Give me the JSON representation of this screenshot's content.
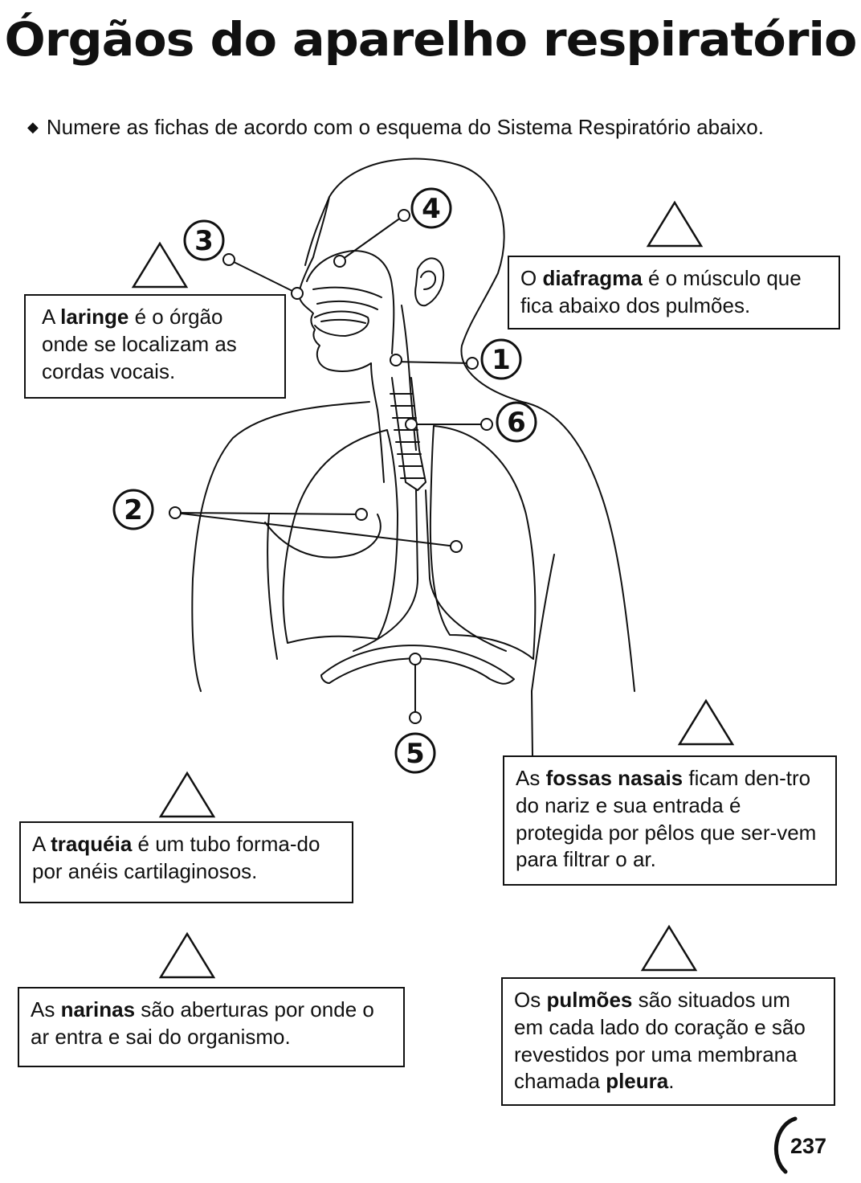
{
  "title": "Órgãos do aparelho respiratório",
  "instruction": "Numere as fichas de acordo com o esquema do Sistema Respiratório abaixo.",
  "diagram_numbers": [
    "1",
    "2",
    "3",
    "4",
    "5",
    "6"
  ],
  "cards": {
    "laringe": {
      "pre": "A ",
      "bold": "laringe",
      "post": " é o órgão onde se localizam as cordas vocais."
    },
    "diafragma": {
      "pre": "O ",
      "bold": "diafragma",
      "post": " é o músculo que fica abaixo dos pulmões."
    },
    "fossas": {
      "pre": "As ",
      "bold": "fossas nasais",
      "post": " ficam den-tro do  nariz e sua entrada é protegida por pêlos que ser-vem para filtrar o ar."
    },
    "traqueia": {
      "pre": "A ",
      "bold": "traquéia",
      "post": " é um tubo forma-do por anéis cartilaginosos."
    },
    "narinas": {
      "pre": "As ",
      "bold": "narinas",
      "post": " são aberturas por onde o ar entra e sai do organismo."
    },
    "pulmoes": {
      "pre": "Os ",
      "bold": "pulmões",
      "post": " são situados um em cada lado do coração e são revestidos por uma membrana chamada ",
      "bold2": "pleura",
      "post2": "."
    }
  },
  "page_number": "237"
}
